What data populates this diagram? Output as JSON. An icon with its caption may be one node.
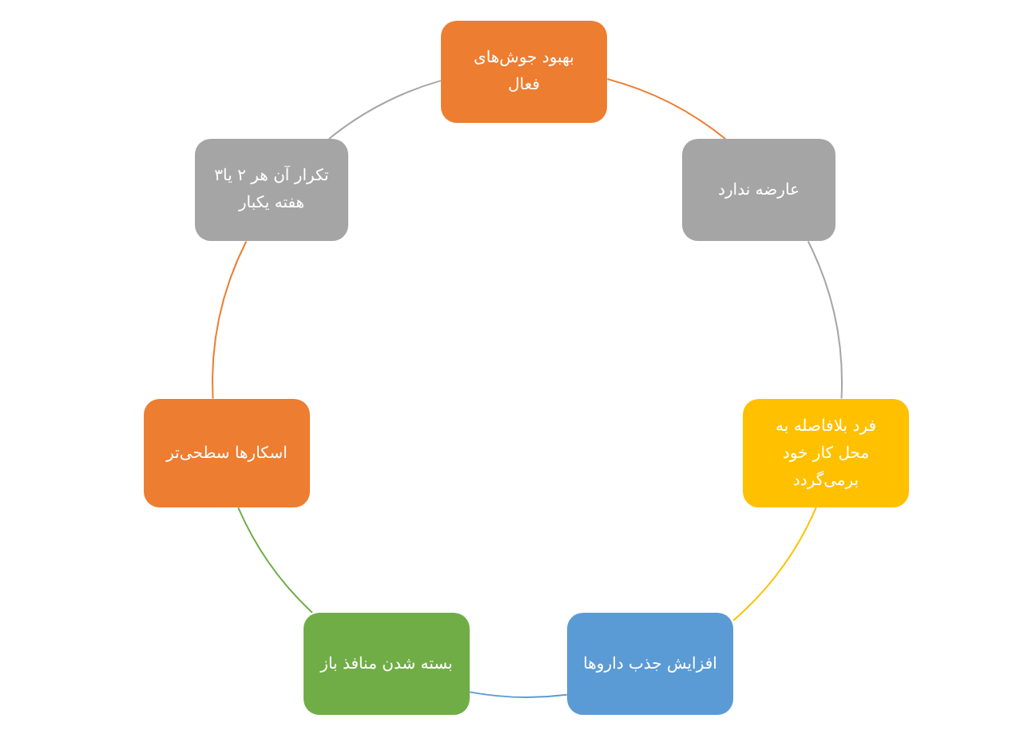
{
  "diagram": {
    "nodes": [
      {
        "text": [
          "بهبود جوش‌های فعال"
        ]
      },
      {
        "text": [
          "عارضه ندارد"
        ]
      },
      {
        "text": [
          "فرد بلافاصله به محل کار خود برمی‌گردد"
        ]
      },
      {
        "text": [
          "افزایش جذب داروها"
        ]
      },
      {
        "text": [
          "بسته شدن منافذ باز"
        ]
      },
      {
        "text": [
          "اسکارها سطحی‌تر"
        ]
      },
      {
        "text": [
          "تکرار آن هر ۲ یا۳ هفته یکبار"
        ]
      }
    ],
    "edges": [
      {
        "from": 0,
        "to": 1,
        "arrow": "none",
        "color": "#ed7d31"
      },
      {
        "from": 1,
        "to": 2,
        "arrow": "none",
        "color": "#a5a5a5"
      },
      {
        "from": 2,
        "to": 3,
        "arrow": "none",
        "color": "#ffc000"
      },
      {
        "from": 3,
        "to": 4,
        "arrow": "none",
        "color": "#5b9bd5"
      },
      {
        "from": 4,
        "to": 5,
        "arrow": "none",
        "color": "#70ad47"
      },
      {
        "from": 5,
        "to": 6,
        "arrow": "none",
        "color": "#ed7d31"
      },
      {
        "from": 6,
        "to": 0,
        "arrow": "none",
        "color": "#a5a5a5"
      }
    ]
  }
}
